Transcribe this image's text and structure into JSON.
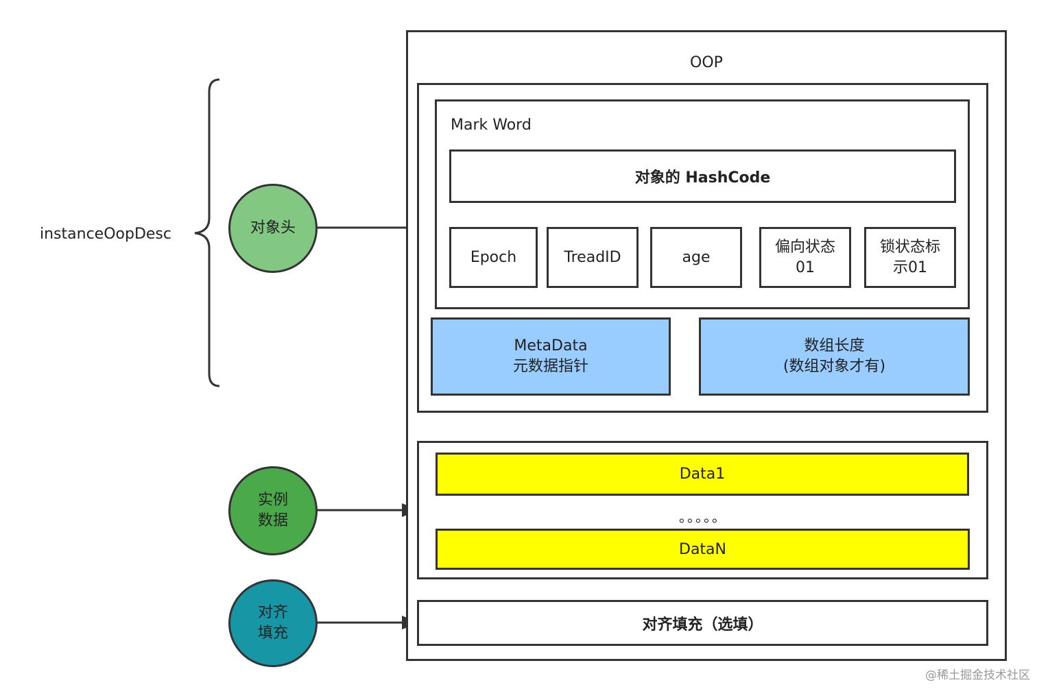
{
  "left_label": "instanceOopDesc",
  "circles": {
    "header": {
      "label": "对象头",
      "color": "#82c782"
    },
    "instance": {
      "label": "实例\n数据",
      "color": "#4aaa4a"
    },
    "padding": {
      "label": "对齐\n填充",
      "color": "#1797a6"
    }
  },
  "oop": {
    "title": "OOP",
    "mark_word": {
      "title": "Mark Word",
      "hashcode": "对象的 HashCode",
      "fields": [
        "Epoch",
        "TreadID",
        "age",
        "偏向状态\n01",
        "锁状态标\n示01"
      ]
    },
    "metadata": "MetaData\n元数据指针",
    "array_length": "数组长度\n(数组对象才有)",
    "data_first": "Data1",
    "ellipsis": "。。。。。",
    "data_last": "DataN",
    "padding": "对齐填充（选填）"
  },
  "watermark": "@稀土掘金技术社区",
  "colors": {
    "blue_fill": "#99ccff",
    "yellow_fill": "#ffff00",
    "border": "#333333"
  }
}
